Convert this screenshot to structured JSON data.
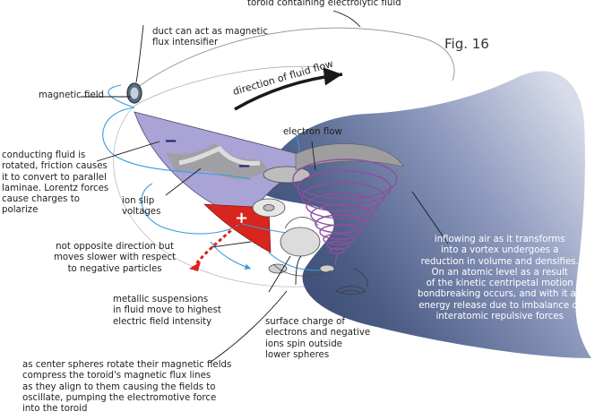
{
  "figure": {
    "label": "Fig. 16"
  },
  "labels": {
    "toroid": "toroid containing electrolytic fluid",
    "duct": "duct can act as magnetic\nflux intensifier",
    "magnetic_field": "magnetic field",
    "direction": "direction of fluid flow",
    "electron_flow": "electron flow",
    "conducting": "conducting fluid is\nrotated, friction causes\nit to convert to parallel\nlaminae. Lorentz forces\ncause charges to\npolarize",
    "ion_slip": "ion slip\nvoltages",
    "not_opposite": "not opposite direction but\nmoves slower with respect\nto negative particles",
    "metallic": "metallic suspensions\nin fluid move to highest\nelectric field intensity",
    "surface": "surface charge of\nelectrons and negative\nions spin outside\nlower spheres",
    "center_spheres": "as center spheres rotate their magnetic fields\ncompress the toroid's magnetic flux lines\nas they align to them causing the fields to\noscillate, pumping the electromotive force\ninto the toroid",
    "inflowing": "inflowing air as it transforms\ninto a vortex undergoes a\nreduction in volume and densifies.\nOn an atomic level as a result\nof the kinetic centripetal motion\nbondbreaking occurs, and with it an\nenergy release due to imbalance of\ninteratomic repulsive forces"
  },
  "charge_marks": {
    "negative": "−",
    "positive": "+"
  },
  "colors": {
    "lavender": "#aaa3d6",
    "blue_wave_dark": "#3c4e78",
    "blue_wave_light": "#cfd6e8",
    "red": "#d8251d",
    "field_line": "#3a9bd8",
    "vortex": "#8e4fa0",
    "gray": "#9a9a9a"
  }
}
